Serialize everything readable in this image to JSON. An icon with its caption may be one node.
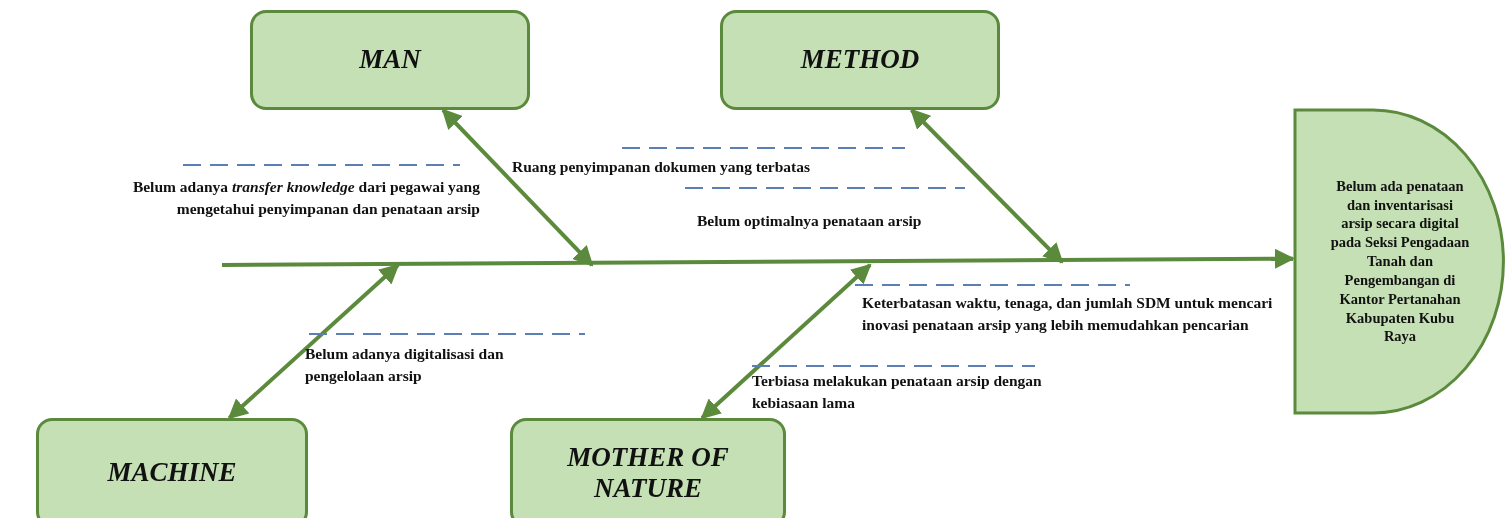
{
  "diagram": {
    "nodes": [
      {
        "text": [
          "MAN"
        ]
      },
      {
        "text": [
          "METHOD"
        ]
      },
      {
        "text": [
          "MACHINE"
        ]
      },
      {
        "text": [
          "MOTHER OF NATURE"
        ]
      },
      {
        "text": [
          "Belum ada penataan dan inventarisasi arsip secara digital pada Seksi Pengadaan Tanah dan Pengembangan di Kantor Pertanahan Kabupaten Kubu Raya"
        ]
      }
    ],
    "edges": [
      {
        "from": null,
        "to": 4,
        "arrow": "to"
      },
      {
        "from": null,
        "to": 0,
        "arrow": "both"
      },
      {
        "from": null,
        "to": 1,
        "arrow": "both"
      },
      {
        "from": null,
        "to": 2,
        "arrow": "both"
      },
      {
        "from": null,
        "to": 3,
        "arrow": "both"
      }
    ],
    "labels": [
      "Belum adanya *transfer knowledge* dari pegawai yang mengetahui penyimpanan dan penataan arsip",
      "Ruang penyimpanan dokumen yang terbatas",
      "Belum optimalnya penataan arsip",
      "Belum adanya digitalisasi dan pengelolaan arsip",
      "Keterbatasan waktu, tenaga, dan jumlah SDM untuk mencari inovasi penataan arsip yang lebih memudahkan pencarian",
      "Terbiasa melakukan penataan arsip dengan kebiasaan lama"
    ]
  }
}
